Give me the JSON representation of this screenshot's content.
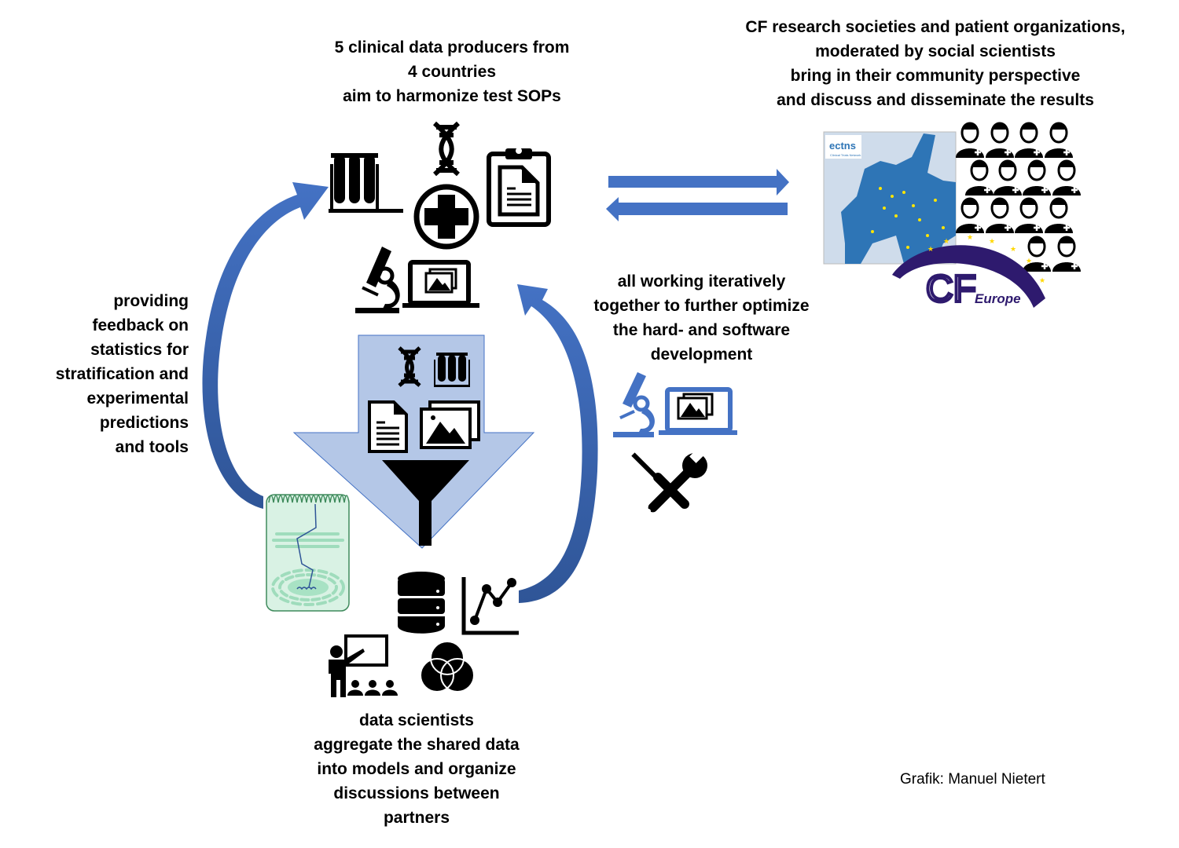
{
  "diagram": {
    "colors": {
      "arrow_blue": "#4472c4",
      "arrow_dark_blue": "#2f5597",
      "funnel_arrow_fill": "#b4c7e7",
      "funnel_arrow_stroke": "#4472c4",
      "cf_europe_purple": "#2e1a6e",
      "star_yellow": "#ffd700",
      "cell_green": "#d9f2e4",
      "map_blue": "#2e75b6",
      "icon_black": "#000000",
      "icon_blue": "#4472c4"
    },
    "nodes": {
      "clinical_producers": {
        "lines": [
          "5 clinical data producers from",
          "4 countries",
          "aim to harmonize test SOPs"
        ],
        "icons": [
          "test-tubes-icon",
          "dna-icon",
          "medical-cross-icon",
          "clipboard-document-icon",
          "microscope-icon",
          "laptop-images-icon"
        ]
      },
      "community": {
        "lines": [
          "CF research societies and patient organizations,",
          "moderated by social scientists",
          "bring in their community perspective",
          "and  discuss and disseminate the results"
        ],
        "map_logo_text": "ectns",
        "map_caption": "Clinical Trials Network",
        "cf_logo_letters": "CF",
        "cf_logo_word": "Europe",
        "people_count": 14
      },
      "iterative": {
        "lines": [
          "all working iteratively",
          "together to further  optimize",
          "the hard- and software",
          "development"
        ],
        "icons": [
          "microscope-icon",
          "laptop-images-icon",
          "screwdriver-wrench-icon"
        ]
      },
      "feedback": {
        "lines": [
          "providing",
          "feedback on",
          "statistics for",
          "stratification and",
          "experimental",
          "predictions",
          "and tools"
        ]
      },
      "data_scientists": {
        "lines": [
          "data scientists",
          "aggregate the shared data",
          "into models and organize",
          "discussions between",
          "partners"
        ],
        "icons": [
          "database-icon",
          "line-chart-icon",
          "presenter-icon",
          "venn-diagram-icon"
        ]
      },
      "funnel": {
        "icons": [
          "dna-icon",
          "test-tubes-icon",
          "document-icon",
          "images-icon",
          "funnel-icon"
        ]
      }
    },
    "credit": "Grafik: Manuel Nietert"
  }
}
